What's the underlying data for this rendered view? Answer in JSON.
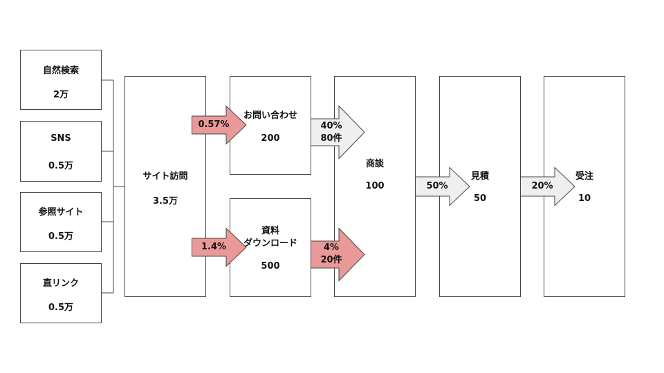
{
  "sources": [
    {
      "name": "自然検索",
      "value": "2万"
    },
    {
      "name": "SNS",
      "value": "0.5万"
    },
    {
      "name": "参照サイト",
      "value": "0.5万"
    },
    {
      "name": "直リンク",
      "value": "0.5万"
    }
  ],
  "site_visit": {
    "name": "サイト訪問",
    "value": "3.5万"
  },
  "inquiry": {
    "name": "お問い合わせ",
    "value": "200"
  },
  "download": {
    "name_line1": "資料",
    "name_line2": "ダウンロード",
    "value": "500"
  },
  "meeting": {
    "name": "商談",
    "value": "100"
  },
  "quote": {
    "name": "見積",
    "value": "50"
  },
  "order": {
    "name": "受注",
    "value": "10"
  },
  "arrows": {
    "visit_to_inquiry": "0.57%",
    "visit_to_download": "1.4%",
    "inquiry_to_meeting": {
      "line1": "40%",
      "line2": "80件"
    },
    "download_to_meeting": {
      "line1": "4%",
      "line2": "20件"
    },
    "meeting_to_quote": "50%",
    "quote_to_order": "20%"
  },
  "colors": {
    "highlight_arrow": "#ea9999",
    "neutral_arrow": "#efefef",
    "border": "#444444"
  }
}
